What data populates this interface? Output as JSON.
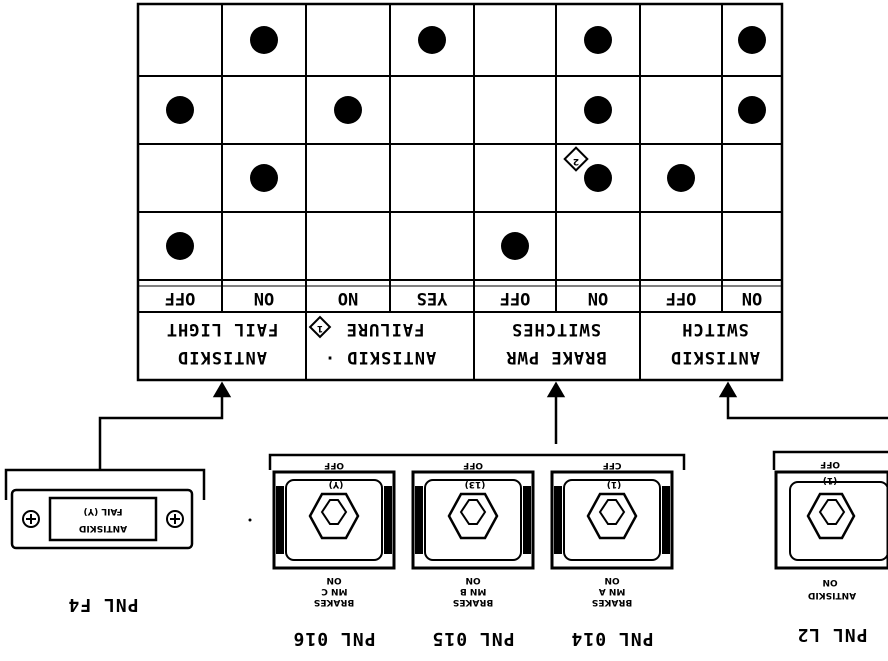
{
  "table": {
    "columns": [
      {
        "group": 0,
        "label": "OFF"
      },
      {
        "group": 0,
        "label": "ON"
      },
      {
        "group": 1,
        "label": "NO"
      },
      {
        "group": 1,
        "label": "YES"
      },
      {
        "group": 2,
        "label": "OFF"
      },
      {
        "group": 2,
        "label": "ON"
      },
      {
        "group": 3,
        "label": "OFF"
      },
      {
        "group": 3,
        "label": "ON"
      }
    ],
    "groups": [
      {
        "line1": "ANTISKID",
        "line2": "FAIL LIGHT"
      },
      {
        "line1": "ANTISKID ·",
        "line2": "FAILURE",
        "note": "1"
      },
      {
        "line1": "BRAKE PWR",
        "line2": "SWITCHES"
      },
      {
        "line1": "ANTISKID",
        "line2": "SWITCH"
      }
    ],
    "dots": [
      [
        false,
        true,
        false,
        true,
        false,
        true,
        false,
        true
      ],
      [
        true,
        false,
        true,
        false,
        false,
        true,
        false,
        true
      ],
      [
        false,
        true,
        false,
        false,
        false,
        true,
        true,
        false
      ],
      [
        true,
        false,
        false,
        false,
        true,
        false,
        false,
        false
      ]
    ],
    "row_note": "2"
  },
  "panels": {
    "f4": {
      "name": "PNL F4",
      "light_line1": "ANTISKID",
      "light_line2": "FAIL (Y)"
    },
    "brakes": {
      "switches": [
        {
          "off_label": "OFF",
          "tag": "(Y)",
          "on_label": "ON",
          "line1": "MN C",
          "line2": "BRAKES",
          "name": "PNL 016"
        },
        {
          "off_label": "OFF",
          "tag": "(13)",
          "on_label": "ON",
          "line1": "MN B",
          "line2": "BRAKES",
          "name": "PNL 015"
        },
        {
          "off_label": "CFF",
          "tag": "(1)",
          "on_label": "ON",
          "line1": "MN A",
          "line2": "BRAKES",
          "name": "PNL 014"
        }
      ]
    },
    "l2": {
      "off_label": "OFF",
      "tag": "(1)",
      "on_label": "ON",
      "line1": "ANTISKID",
      "name": "PNL L2"
    }
  }
}
